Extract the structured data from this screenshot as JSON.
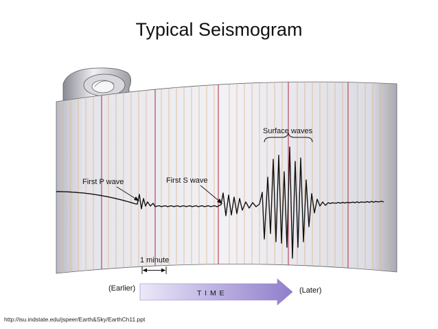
{
  "slide": {
    "title": "Typical Seismogram",
    "source_url": "http://isu.indstate.edu/jspeer/Earth&Sky/EarthCh11.ppt"
  },
  "seismogram": {
    "labels": {
      "first_p_wave": "First P wave",
      "first_s_wave": "First S wave",
      "surface_waves": "Surface waves",
      "one_minute": "1 minute",
      "earlier": "(Earlier)",
      "time": "T I M E",
      "later": "(Later)"
    },
    "colors": {
      "paper": "#e9e9ee",
      "major_grid": "#b8485a",
      "minor_grid": "#e3b489",
      "trace": "#111111",
      "time_arrow": "#a89bd6"
    }
  }
}
